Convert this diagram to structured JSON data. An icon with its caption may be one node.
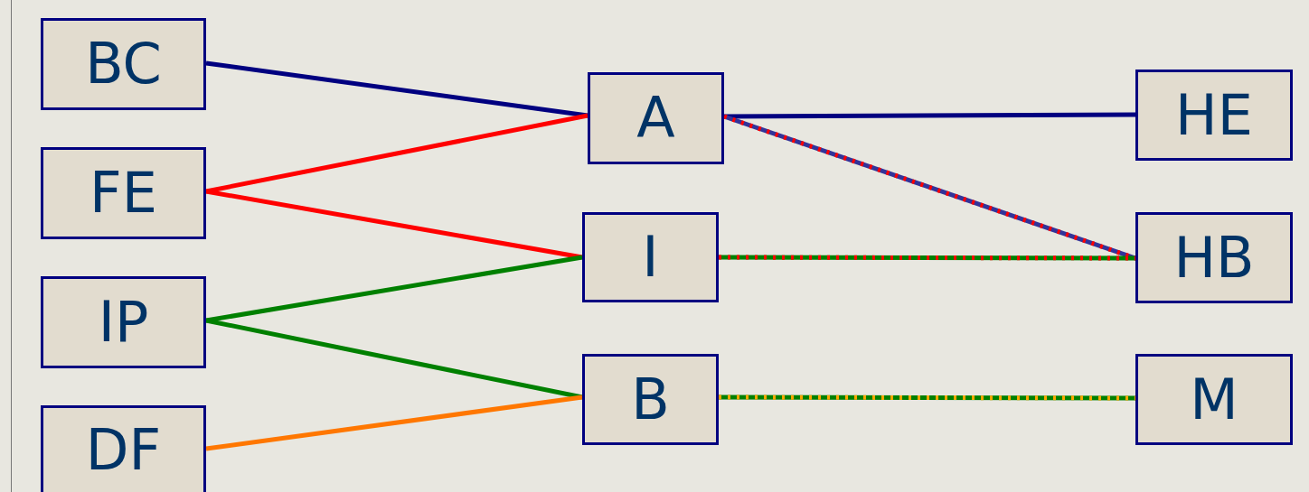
{
  "diagram": {
    "nodes": [
      {
        "text": [
          "BC"
        ]
      },
      {
        "text": [
          "FE"
        ]
      },
      {
        "text": [
          "IP"
        ]
      },
      {
        "text": [
          "DF"
        ]
      },
      {
        "text": [
          "A"
        ]
      },
      {
        "text": [
          "I"
        ]
      },
      {
        "text": [
          "B"
        ]
      },
      {
        "text": [
          "HE"
        ]
      },
      {
        "text": [
          "HB"
        ]
      },
      {
        "text": [
          "M"
        ]
      }
    ],
    "edges": [
      {
        "from": 0,
        "to": 4,
        "arrow": "none",
        "color": "#000080"
      },
      {
        "from": 1,
        "to": 4,
        "arrow": "none",
        "color": "#ff0000"
      },
      {
        "from": 1,
        "to": 5,
        "arrow": "none",
        "color": "#ff0000"
      },
      {
        "from": 2,
        "to": 5,
        "arrow": "none",
        "color": "#008000"
      },
      {
        "from": 2,
        "to": 6,
        "arrow": "none",
        "color": "#008000"
      },
      {
        "from": 3,
        "to": 6,
        "arrow": "none",
        "color": "#ff7700"
      },
      {
        "from": 4,
        "to": 7,
        "arrow": "none",
        "color": "#000080"
      },
      {
        "from": 4,
        "to": 8,
        "arrow": "none",
        "color": "#333399"
      },
      {
        "from": 5,
        "to": 8,
        "arrow": "none",
        "color": "#008000"
      },
      {
        "from": 6,
        "to": 9,
        "arrow": "none",
        "color": "#008000"
      }
    ]
  }
}
